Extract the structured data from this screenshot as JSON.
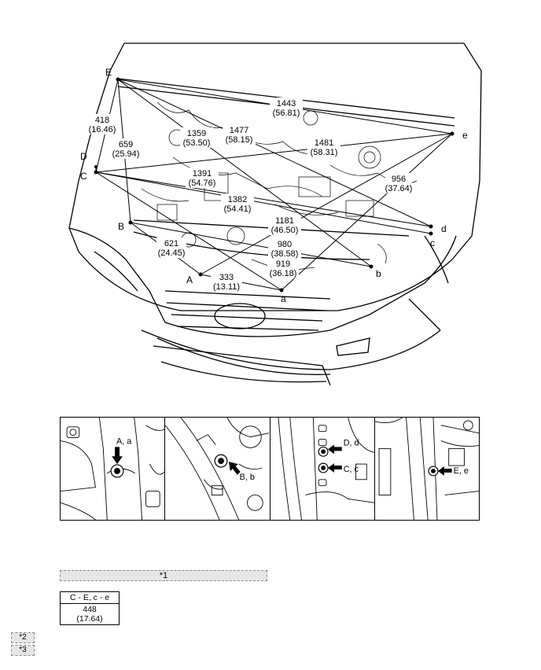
{
  "points": {
    "A": "A",
    "B": "B",
    "C": "C",
    "D": "D",
    "E": "E",
    "a": "a",
    "b": "b",
    "c": "c",
    "d": "d",
    "e": "e"
  },
  "dimensions": [
    {
      "mm": "1443",
      "in": "(56.81)"
    },
    {
      "mm": "1477",
      "in": "(58.15)"
    },
    {
      "mm": "1359",
      "in": "(53.50)"
    },
    {
      "mm": "418",
      "in": "(16.46)"
    },
    {
      "mm": "659",
      "in": "(25.94)"
    },
    {
      "mm": "1481",
      "in": "(58.31)"
    },
    {
      "mm": "956",
      "in": "(37.64)"
    },
    {
      "mm": "1391",
      "in": "(54.76)"
    },
    {
      "mm": "1382",
      "in": "(54.41)"
    },
    {
      "mm": "1181",
      "in": "(46.50)"
    },
    {
      "mm": "980",
      "in": "(38.58)"
    },
    {
      "mm": "621",
      "in": "(24.45)"
    },
    {
      "mm": "919",
      "in": "(36.18)"
    },
    {
      "mm": "333",
      "in": "(13.11)"
    }
  ],
  "details": [
    {
      "label": "A, a"
    },
    {
      "label": "B, b"
    },
    {
      "label1": "D, d",
      "label2": "C, c"
    },
    {
      "label": "E, e"
    }
  ],
  "note": "*1",
  "spec_table": {
    "header": "C - E, c - e",
    "mm": "448",
    "in": "(17.64)"
  },
  "legend": [
    "*2",
    "*3"
  ]
}
